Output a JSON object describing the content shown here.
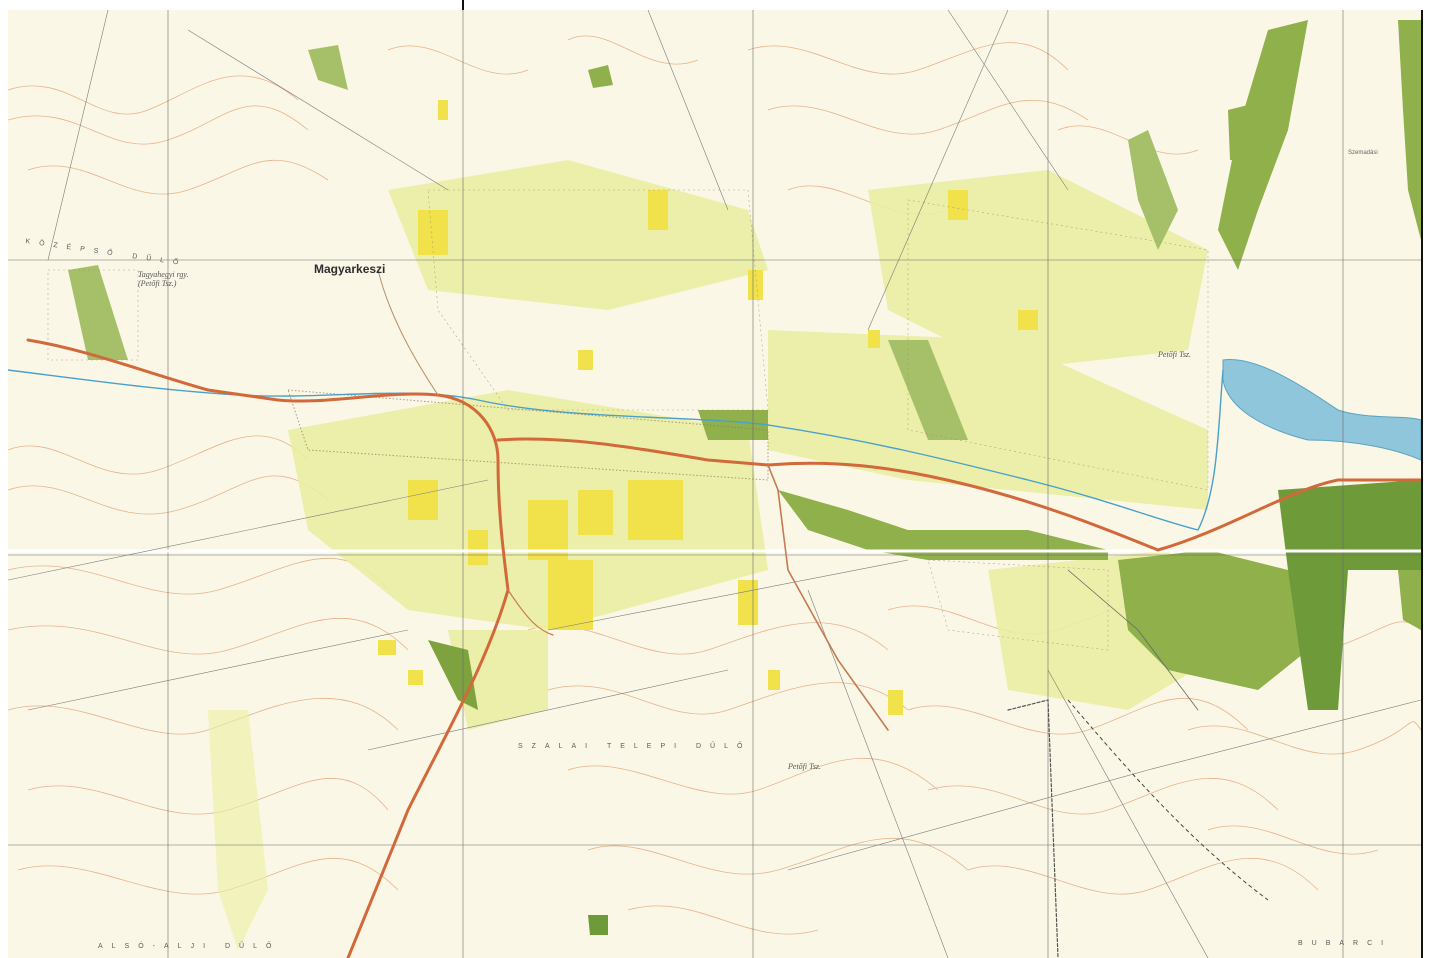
{
  "map": {
    "settlement_name": "Magyarkeszi",
    "region_labels": [
      "KÖZÉPSŐ DŰLŐ",
      "SZALAI TELEPI DŰLŐ",
      "ALSÓ-ALJI DŰLŐ",
      "BUBARCI"
    ],
    "place_labels": [
      "Tagyahegyi rgy. (Petőfi Tsz.)",
      "Petőfi Tsz.",
      "Petőfi Tsz.",
      "Szemadási"
    ],
    "colors": {
      "background": "#fbf7e6",
      "forest": "#8fb04a",
      "forest_dark": "#6f9a3a",
      "field": "#e9ec9a",
      "orchard": "#f2e24a",
      "road": "#d2693a",
      "water": "#8fc6dc",
      "contour": "#e0a172",
      "grid": "#5d5d5d",
      "settlement": "#9c8a72"
    }
  }
}
